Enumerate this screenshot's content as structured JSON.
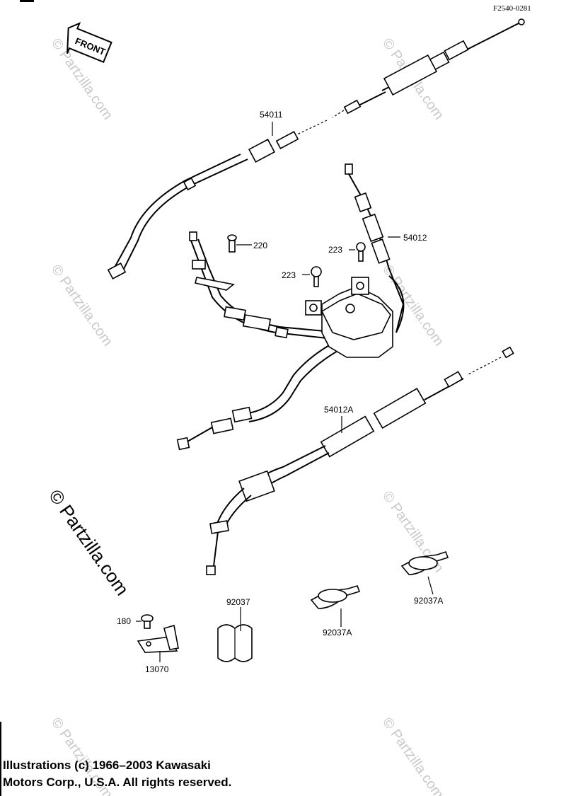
{
  "diagram_code": "F2540-0281",
  "front_label": "FRONT",
  "watermark_small": "© Partzilla.com",
  "watermark_large": "© Partzilla.com",
  "callouts": {
    "c54011": "54011",
    "c54012": "54012",
    "c54012A": "54012A",
    "c220": "220",
    "c223a": "223",
    "c223b": "223",
    "c180": "180",
    "c13070": "13070",
    "c92037": "92037",
    "c92037A_left": "92037A",
    "c92037A_right": "92037A"
  },
  "copyright_line1": "Illustrations (c) 1966–2003 Kawasaki",
  "copyright_line2": "Motors Corp., U.S.A.  All rights reserved."
}
